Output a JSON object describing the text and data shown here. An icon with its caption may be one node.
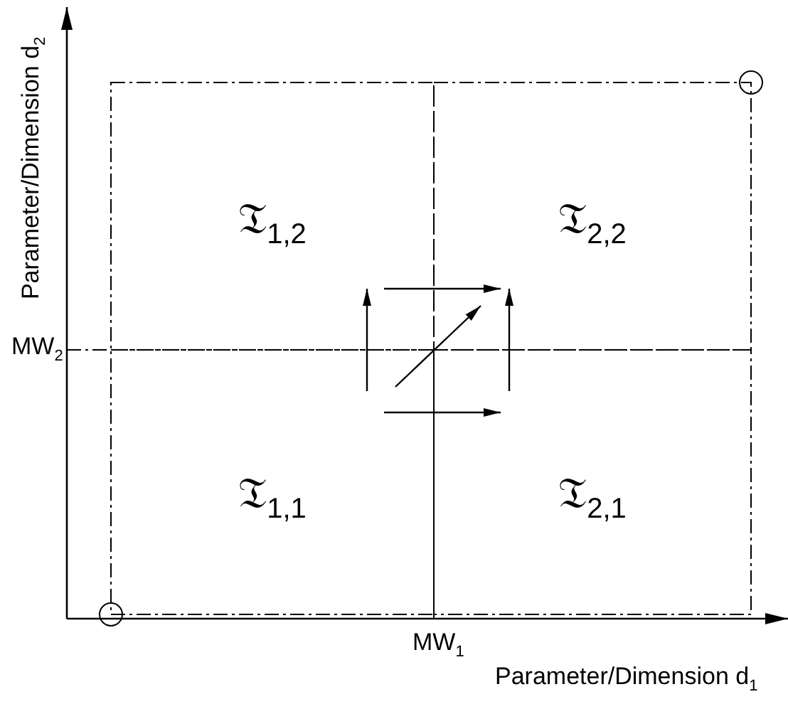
{
  "diagram": {
    "nodes": [
      {
        "text": [
          "𝔗$_{1,2}$"
        ]
      },
      {
        "text": [
          "𝔗$_{2,2}$"
        ]
      },
      {
        "text": [
          "𝔗$_{1,1}$"
        ]
      },
      {
        "text": [
          "𝔗$_{2,1}$"
        ]
      }
    ],
    "edges": [
      {
        "from": 2,
        "to": 0,
        "arrow": "to"
      },
      {
        "from": 0,
        "to": 1,
        "arrow": "to"
      },
      {
        "from": 2,
        "to": 1,
        "arrow": "to"
      },
      {
        "from": 3,
        "to": 1,
        "arrow": "to"
      },
      {
        "from": 2,
        "to": 3,
        "arrow": "to"
      }
    ],
    "labels": [
      "Parameter/Dimension d$_{2}$",
      "MW$_{2}$",
      "MW$_{1}$",
      "Parameter/Dimension d$_{1}$"
    ]
  }
}
